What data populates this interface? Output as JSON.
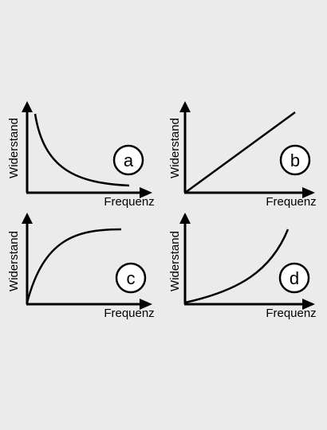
{
  "colors": {
    "background": "#ebebeb",
    "ink": "#000000",
    "circle_fill": "#ffffff"
  },
  "graphs": [
    {
      "id": "a",
      "label": "a",
      "xlabel": "Frequenz",
      "ylabel": "Widerstand",
      "curve": "decreasing-hyperbola"
    },
    {
      "id": "b",
      "label": "b",
      "xlabel": "Frequenz",
      "ylabel": "Widerstand",
      "curve": "linear-increase"
    },
    {
      "id": "c",
      "label": "c",
      "xlabel": "Frequenz",
      "ylabel": "Widerstand",
      "curve": "saturating-increase"
    },
    {
      "id": "d",
      "label": "d",
      "xlabel": "Frequenz",
      "ylabel": "Widerstand",
      "curve": "accelerating-increase"
    }
  ]
}
